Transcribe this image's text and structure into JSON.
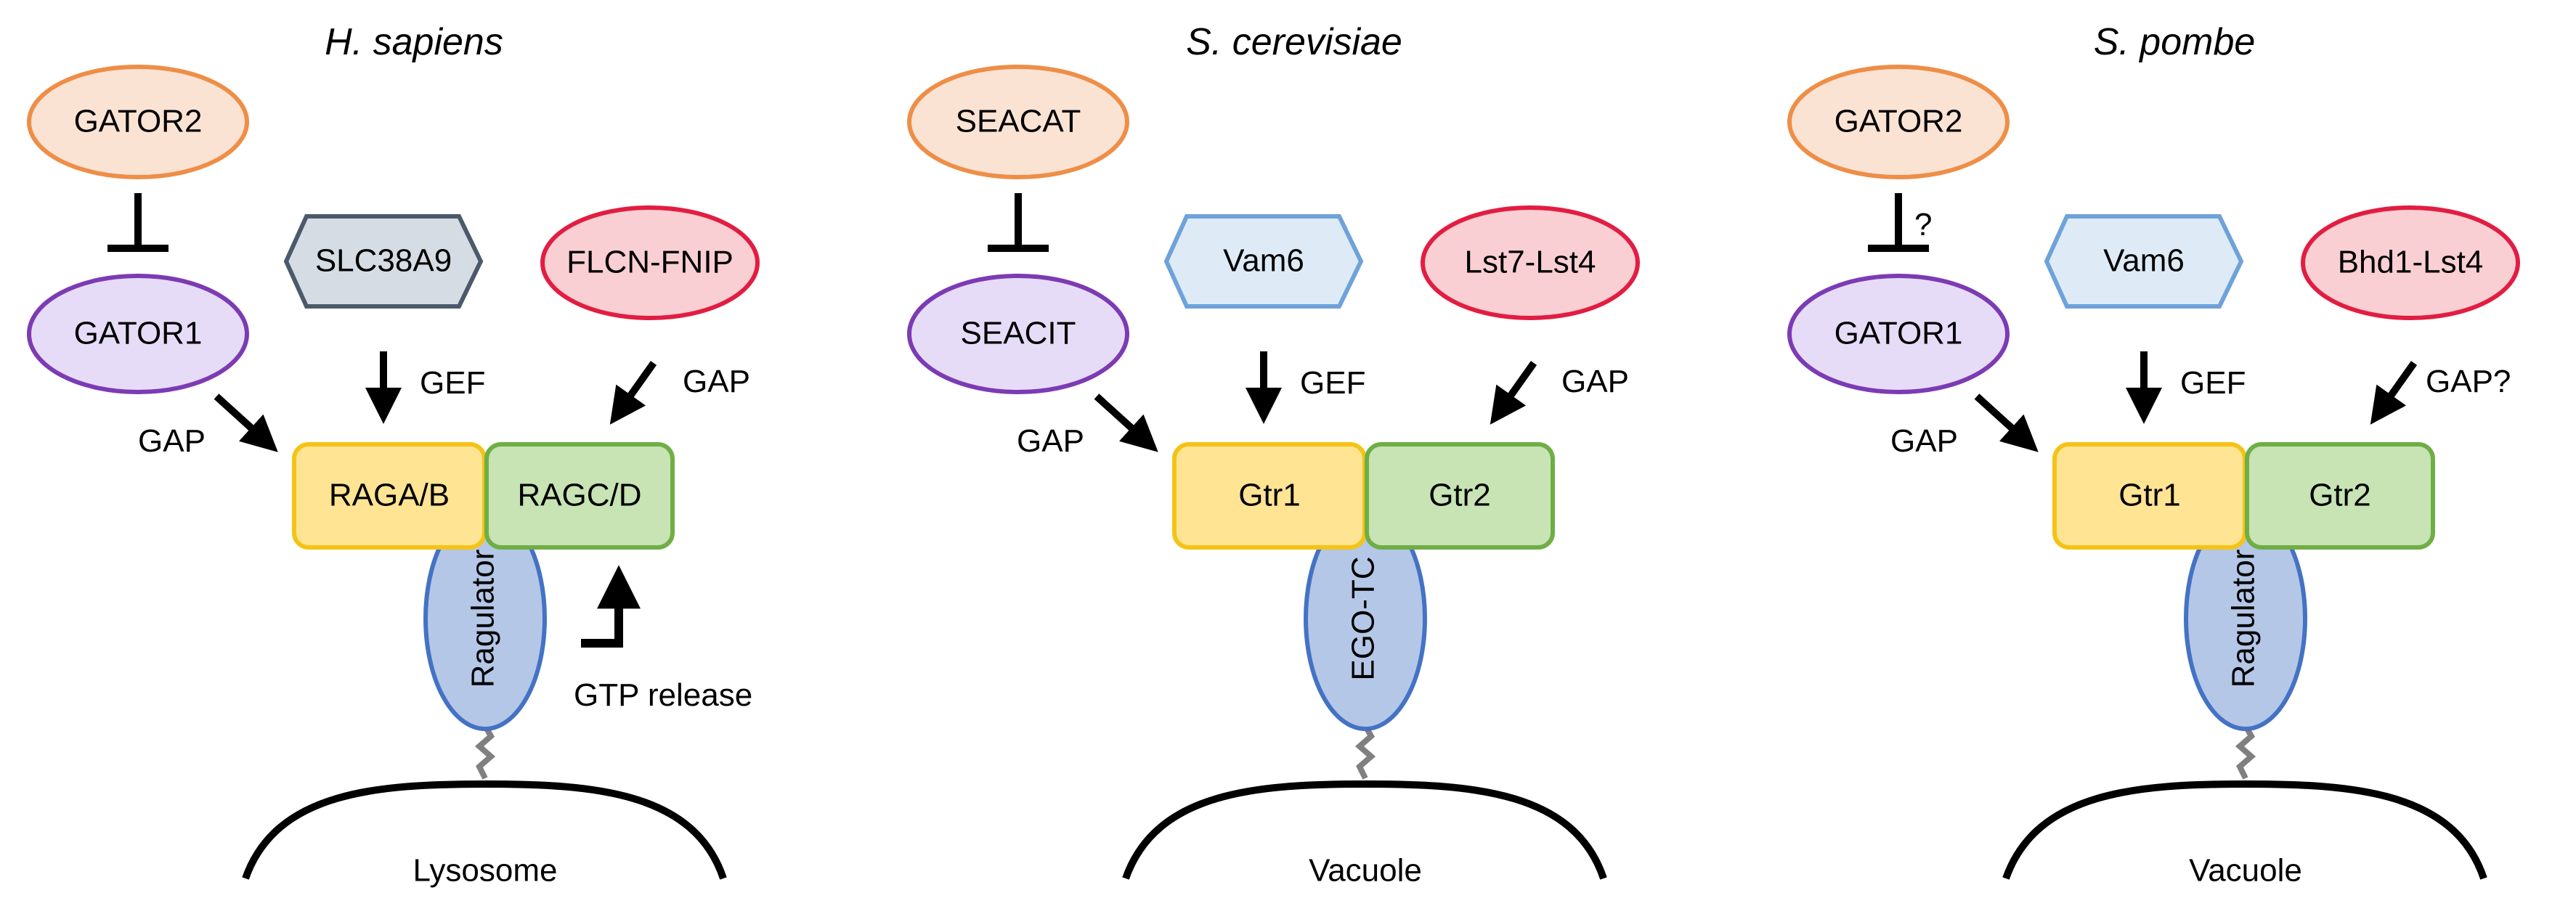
{
  "colors": {
    "orange_fill": "#fbe3d4",
    "orange_stroke": "#ee8e47",
    "purple_fill": "#e7dcf7",
    "purple_stroke": "#7c3bb3",
    "grey_fill": "#d5dce4",
    "grey_stroke": "#4b5a6b",
    "blue_hex_fill": "#deebf7",
    "blue_hex_stroke": "#6ea2d9",
    "red_fill": "#f9cfd3",
    "red_stroke": "#e21d42",
    "yellow_fill": "#ffe493",
    "yellow_stroke": "#f5c316",
    "green_fill": "#c8e3b4",
    "green_stroke": "#6fae45",
    "anchor_fill": "#b4c7e7",
    "anchor_stroke": "#4472c4"
  },
  "panels": [
    {
      "title": "H. sapiens",
      "inhibitor": "GATOR2",
      "inhibitor_mark": "",
      "gap_complex": "GATOR1",
      "gap_label": "GAP",
      "gef": "SLC38A9",
      "gef_label": "GEF",
      "gap2": "FLCN-FNIP",
      "gap2_label": "GAP",
      "gtpase_left": "RAGA/B",
      "gtpase_right": "RAGC/D",
      "anchor": "Ragulator",
      "extra": "GTP release",
      "membrane": "Lysosome"
    },
    {
      "title": "S. cerevisiae",
      "inhibitor": "SEACAT",
      "inhibitor_mark": "",
      "gap_complex": "SEACIT",
      "gap_label": "GAP",
      "gef": "Vam6",
      "gef_label": "GEF",
      "gap2": "Lst7-Lst4",
      "gap2_label": "GAP",
      "gtpase_left": "Gtr1",
      "gtpase_right": "Gtr2",
      "anchor": "EGO-TC",
      "extra": "",
      "membrane": "Vacuole"
    },
    {
      "title": "S. pombe",
      "inhibitor": "GATOR2",
      "inhibitor_mark": "?",
      "gap_complex": "GATOR1",
      "gap_label": "GAP",
      "gef": "Vam6",
      "gef_label": "GEF",
      "gap2": "Bhd1-Lst4",
      "gap2_label": "GAP?",
      "gtpase_left": "Gtr1",
      "gtpase_right": "Gtr2",
      "anchor": "Ragulator",
      "extra": "",
      "membrane": "Vacuole"
    }
  ]
}
